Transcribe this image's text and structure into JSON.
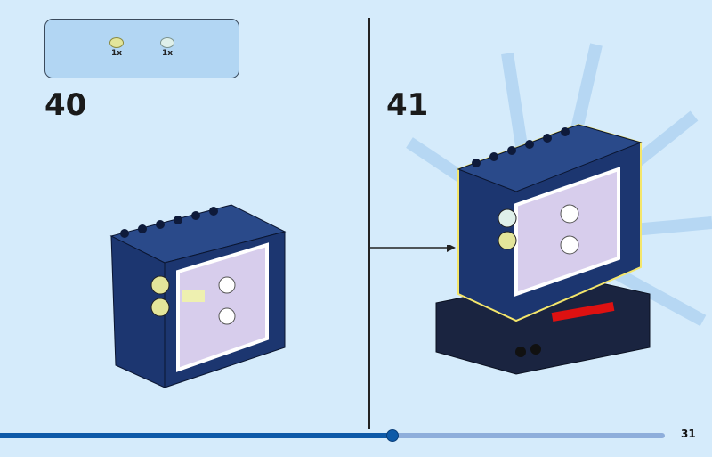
{
  "parts_list": {
    "items": [
      {
        "qty": "1x",
        "color": "#e3e59a"
      },
      {
        "qty": "1x",
        "color": "#dff0ea"
      }
    ]
  },
  "steps": [
    {
      "number": "40"
    },
    {
      "number": "41"
    }
  ],
  "page": {
    "number": "31",
    "progress": 0.59
  },
  "colors": {
    "background": "#d5ebfb",
    "brick_blue": "#1c3670",
    "accent": "#0e5aa8"
  }
}
